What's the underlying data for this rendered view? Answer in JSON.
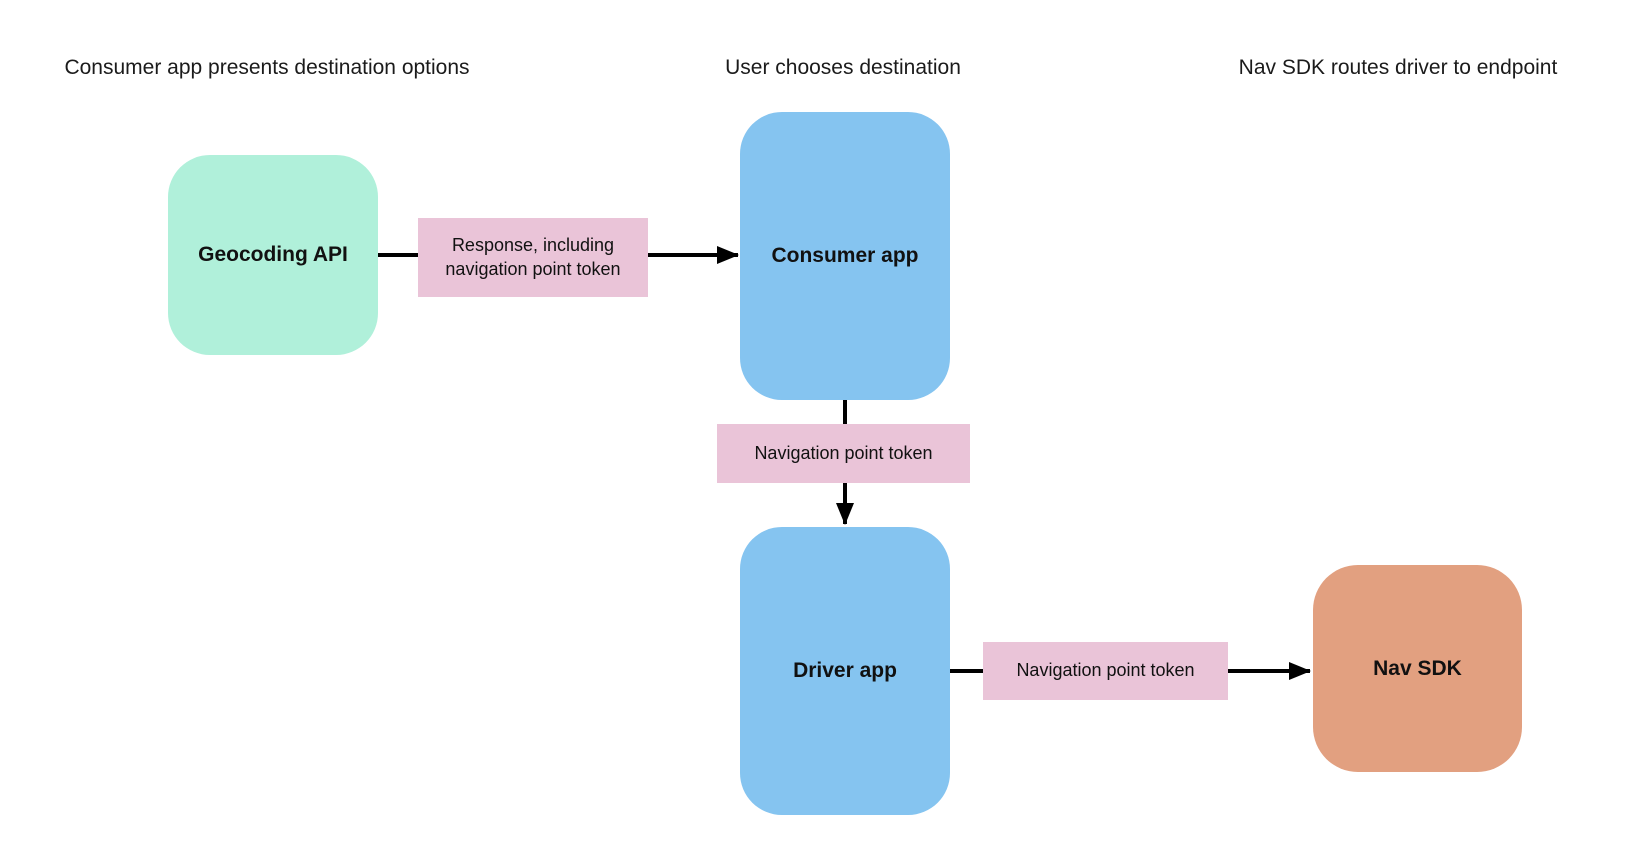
{
  "diagram": {
    "headers": [
      "Consumer app presents destination options",
      "User chooses destination",
      "Nav SDK routes driver to endpoint"
    ],
    "nodes": {
      "geocoding_api": {
        "label": "Geocoding API",
        "color": "#b0f0da"
      },
      "consumer_app": {
        "label": "Consumer app",
        "color": "#85c4f0"
      },
      "driver_app": {
        "label": "Driver app",
        "color": "#85c4f0"
      },
      "nav_sdk": {
        "label": "Nav SDK",
        "color": "#e2a080"
      }
    },
    "edge_labels": {
      "response_token": {
        "label": "Response, including navigation point token",
        "color": "#eac4d8"
      },
      "nav_point_token_1": {
        "label": "Navigation point token",
        "color": "#eac4d8"
      },
      "nav_point_token_2": {
        "label": "Navigation point token",
        "color": "#eac4d8"
      }
    },
    "colors": {
      "arrow": "#000000",
      "text": "#1b1b1b",
      "background": "#ffffff"
    }
  }
}
